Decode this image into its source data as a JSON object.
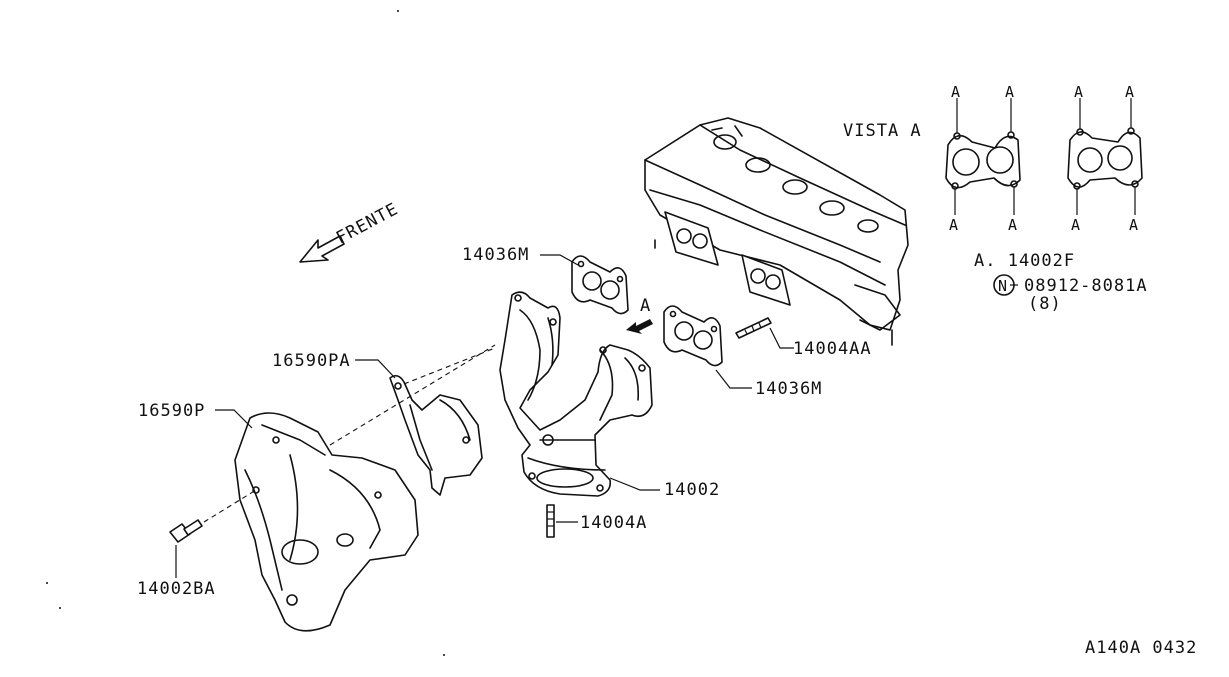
{
  "parts": {
    "p14036M_upper": "14036M",
    "p16590PA": "16590PA",
    "p16590P": "16590P",
    "p14002BA": "14002BA",
    "p14004A": "14004A",
    "p14002": "14002",
    "p14036M_lower": "14036M",
    "p14004AA": "14004AA"
  },
  "annotations": {
    "frente": "FRENTE",
    "view_arrow": "A",
    "vista": "VISTA A",
    "a_letter": "A",
    "note_line1": "A. 14002F",
    "note_circle": "N",
    "note_line2": "08912-8081A",
    "note_line3": "(8)"
  },
  "footer": {
    "code": "A140A 0432"
  }
}
